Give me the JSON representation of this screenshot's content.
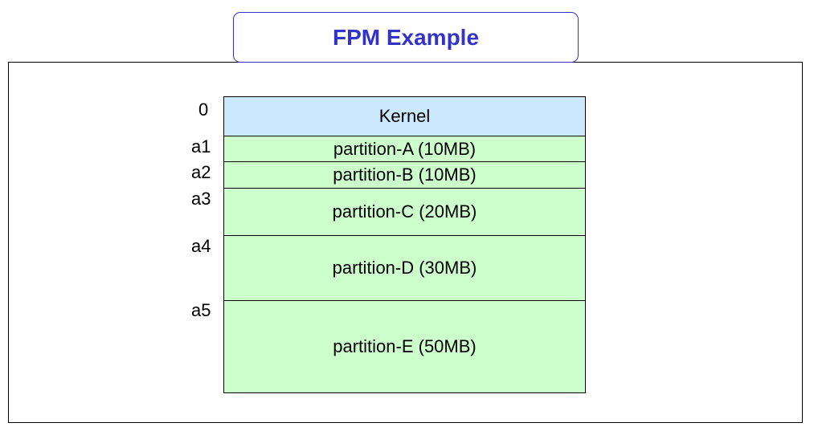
{
  "title": "FPM Example",
  "colors": {
    "title_text": "#3333cc",
    "title_border": "#3333cc",
    "kernel_fill": "#cce8fc",
    "partition_fill": "#ccffcc"
  },
  "memory": {
    "addresses": [
      "0",
      "a1",
      "a2",
      "a3",
      "a4",
      "a5"
    ],
    "blocks": [
      {
        "label": "Kernel",
        "size_mb": null,
        "kind": "kernel"
      },
      {
        "label": "partition-A (10MB)",
        "size_mb": 10,
        "kind": "partition"
      },
      {
        "label": "partition-B (10MB)",
        "size_mb": 10,
        "kind": "partition"
      },
      {
        "label": "partition-C (20MB)",
        "size_mb": 20,
        "kind": "partition"
      },
      {
        "label": "partition-D (30MB)",
        "size_mb": 30,
        "kind": "partition"
      },
      {
        "label": "partition-E (50MB)",
        "size_mb": 50,
        "kind": "partition"
      }
    ]
  }
}
